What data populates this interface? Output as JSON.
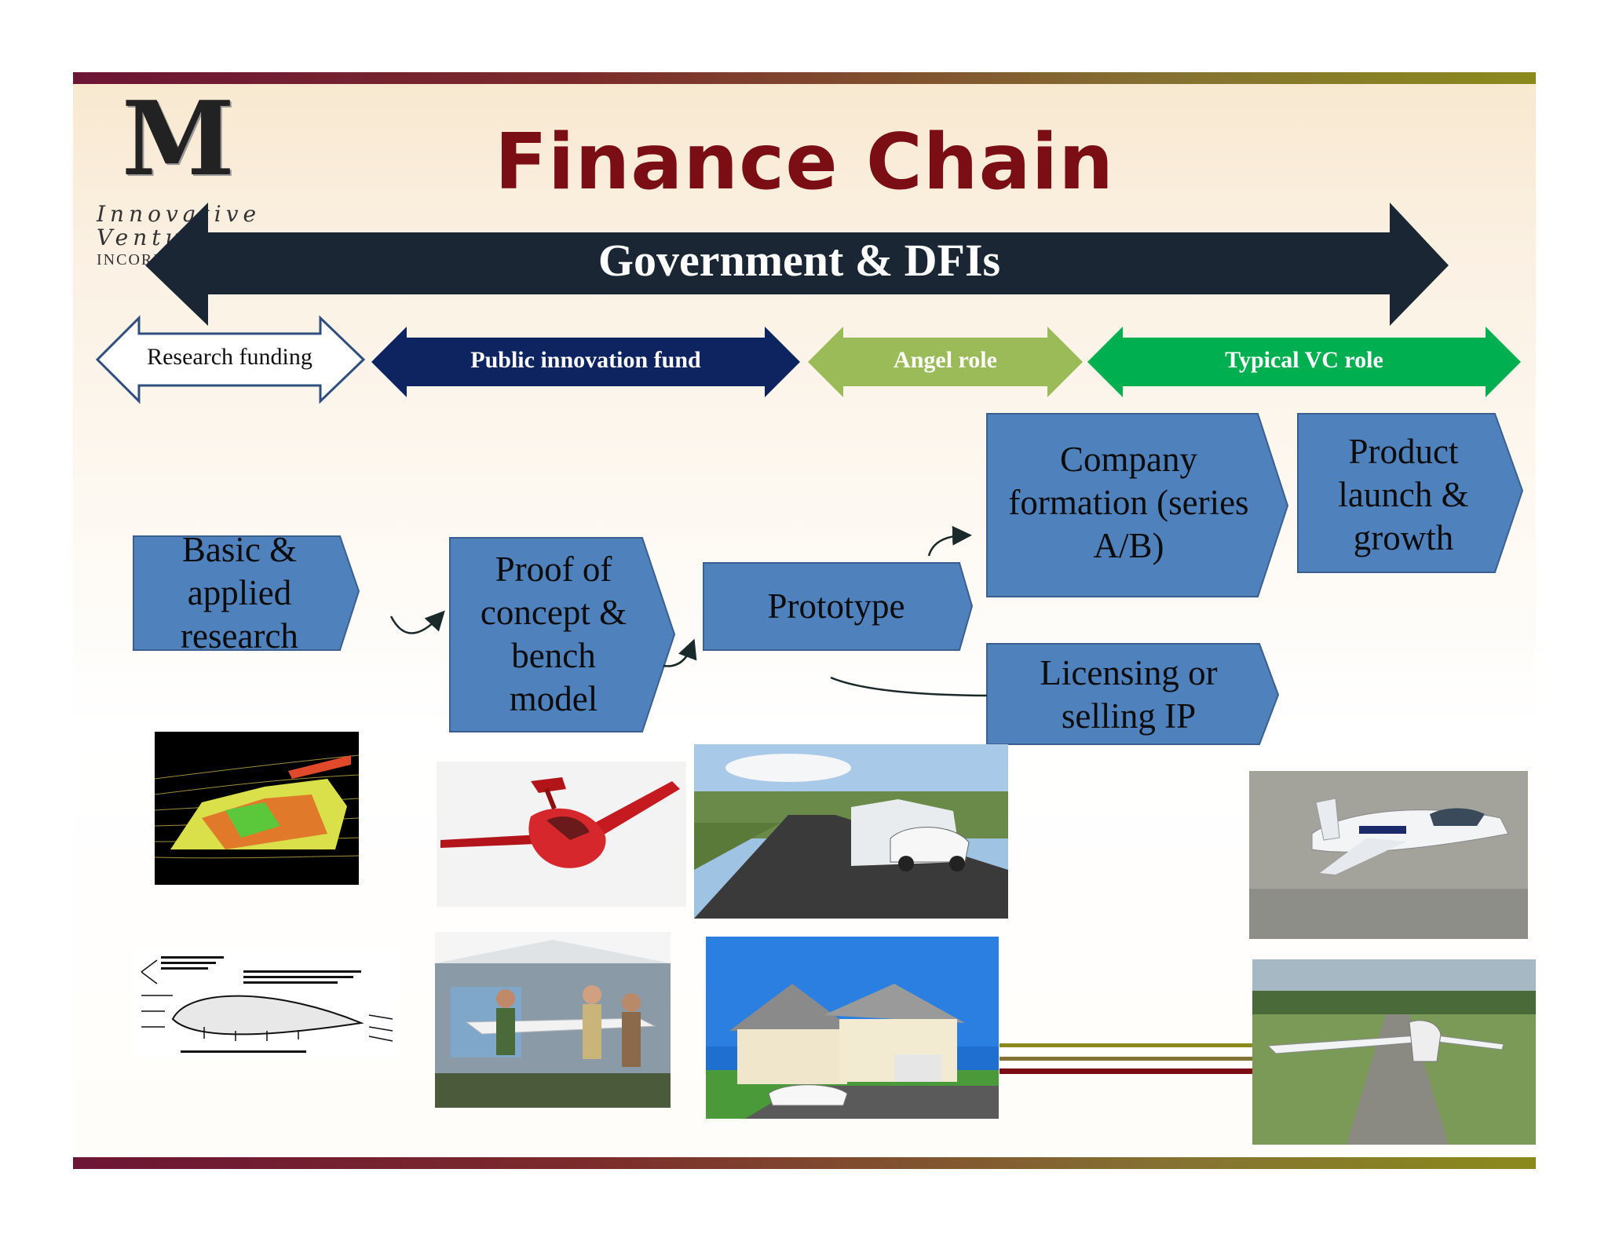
{
  "slide": {
    "title": "Finance Chain",
    "logo": {
      "mark": "M",
      "wordmark_line1": "Innovative",
      "wordmark_line2": "Ventures",
      "wordmark_line3": "INCORPORATED"
    }
  },
  "top_arrow": {
    "label": "Government & DFIs",
    "color": "#1a2634"
  },
  "role_arrows": [
    {
      "label": "Research funding",
      "fill": "#ffffff",
      "text_color": "#111111"
    },
    {
      "label": "Public innovation fund",
      "fill": "#0e2460",
      "text_color": "#ffffff"
    },
    {
      "label": "Angel role",
      "fill": "#9bbb59",
      "text_color": "#ffffff"
    },
    {
      "label": "Typical VC role",
      "fill": "#00b050",
      "text_color": "#ffffff"
    }
  ],
  "stages": [
    {
      "label": "Basic & applied research"
    },
    {
      "label": "Proof of concept & bench model"
    },
    {
      "label": "Prototype"
    },
    {
      "label": "Company formation (series A/B)"
    },
    {
      "label": "Product launch & growth"
    },
    {
      "label": "Licensing or selling IP"
    }
  ],
  "stage_fill": "#4f81bd",
  "images": [
    {
      "icon": "cfd-race-car-image"
    },
    {
      "icon": "airfoil-diagram-image"
    },
    {
      "icon": "red-flying-car-model-image"
    },
    {
      "icon": "exhibition-prototype-image"
    },
    {
      "icon": "flying-car-on-road-image"
    },
    {
      "icon": "flying-car-at-house-image"
    },
    {
      "icon": "plane-in-flight-image"
    },
    {
      "icon": "plane-takeoff-runway-image"
    }
  ]
}
